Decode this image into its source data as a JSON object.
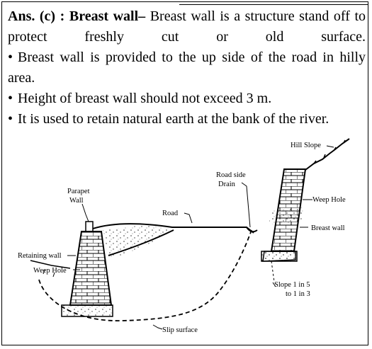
{
  "answer": {
    "prefix": "Ans. (c) : Breast wall",
    "dash": "–",
    "definition": "Breast wall is a structure stand off to protect freshly cut or old surface."
  },
  "bullets": [
    "Breast wall is provided to the up side of the road in hilly area.",
    "Height of breast wall should not exceed 3 m.",
    "It is used to retain natural earth at the bank of the river."
  ],
  "diagram": {
    "labels": {
      "hill_slope": "Hill Slope",
      "road_side_drain_1": "Road side",
      "road_side_drain_2": "Drain",
      "weep_hole_right": "Weep Hole",
      "parapet_wall_1": "Parapet",
      "parapet_wall_2": "Wall",
      "road": "Road",
      "breast_wall": "Breast wall",
      "retaining_wall": "Retaining wall",
      "weep_hole_left": "Weep Hole",
      "slope_1": "Slope 1 in 5",
      "slope_2": "to 1 in 3",
      "slip_surface": "Slip surface"
    }
  }
}
